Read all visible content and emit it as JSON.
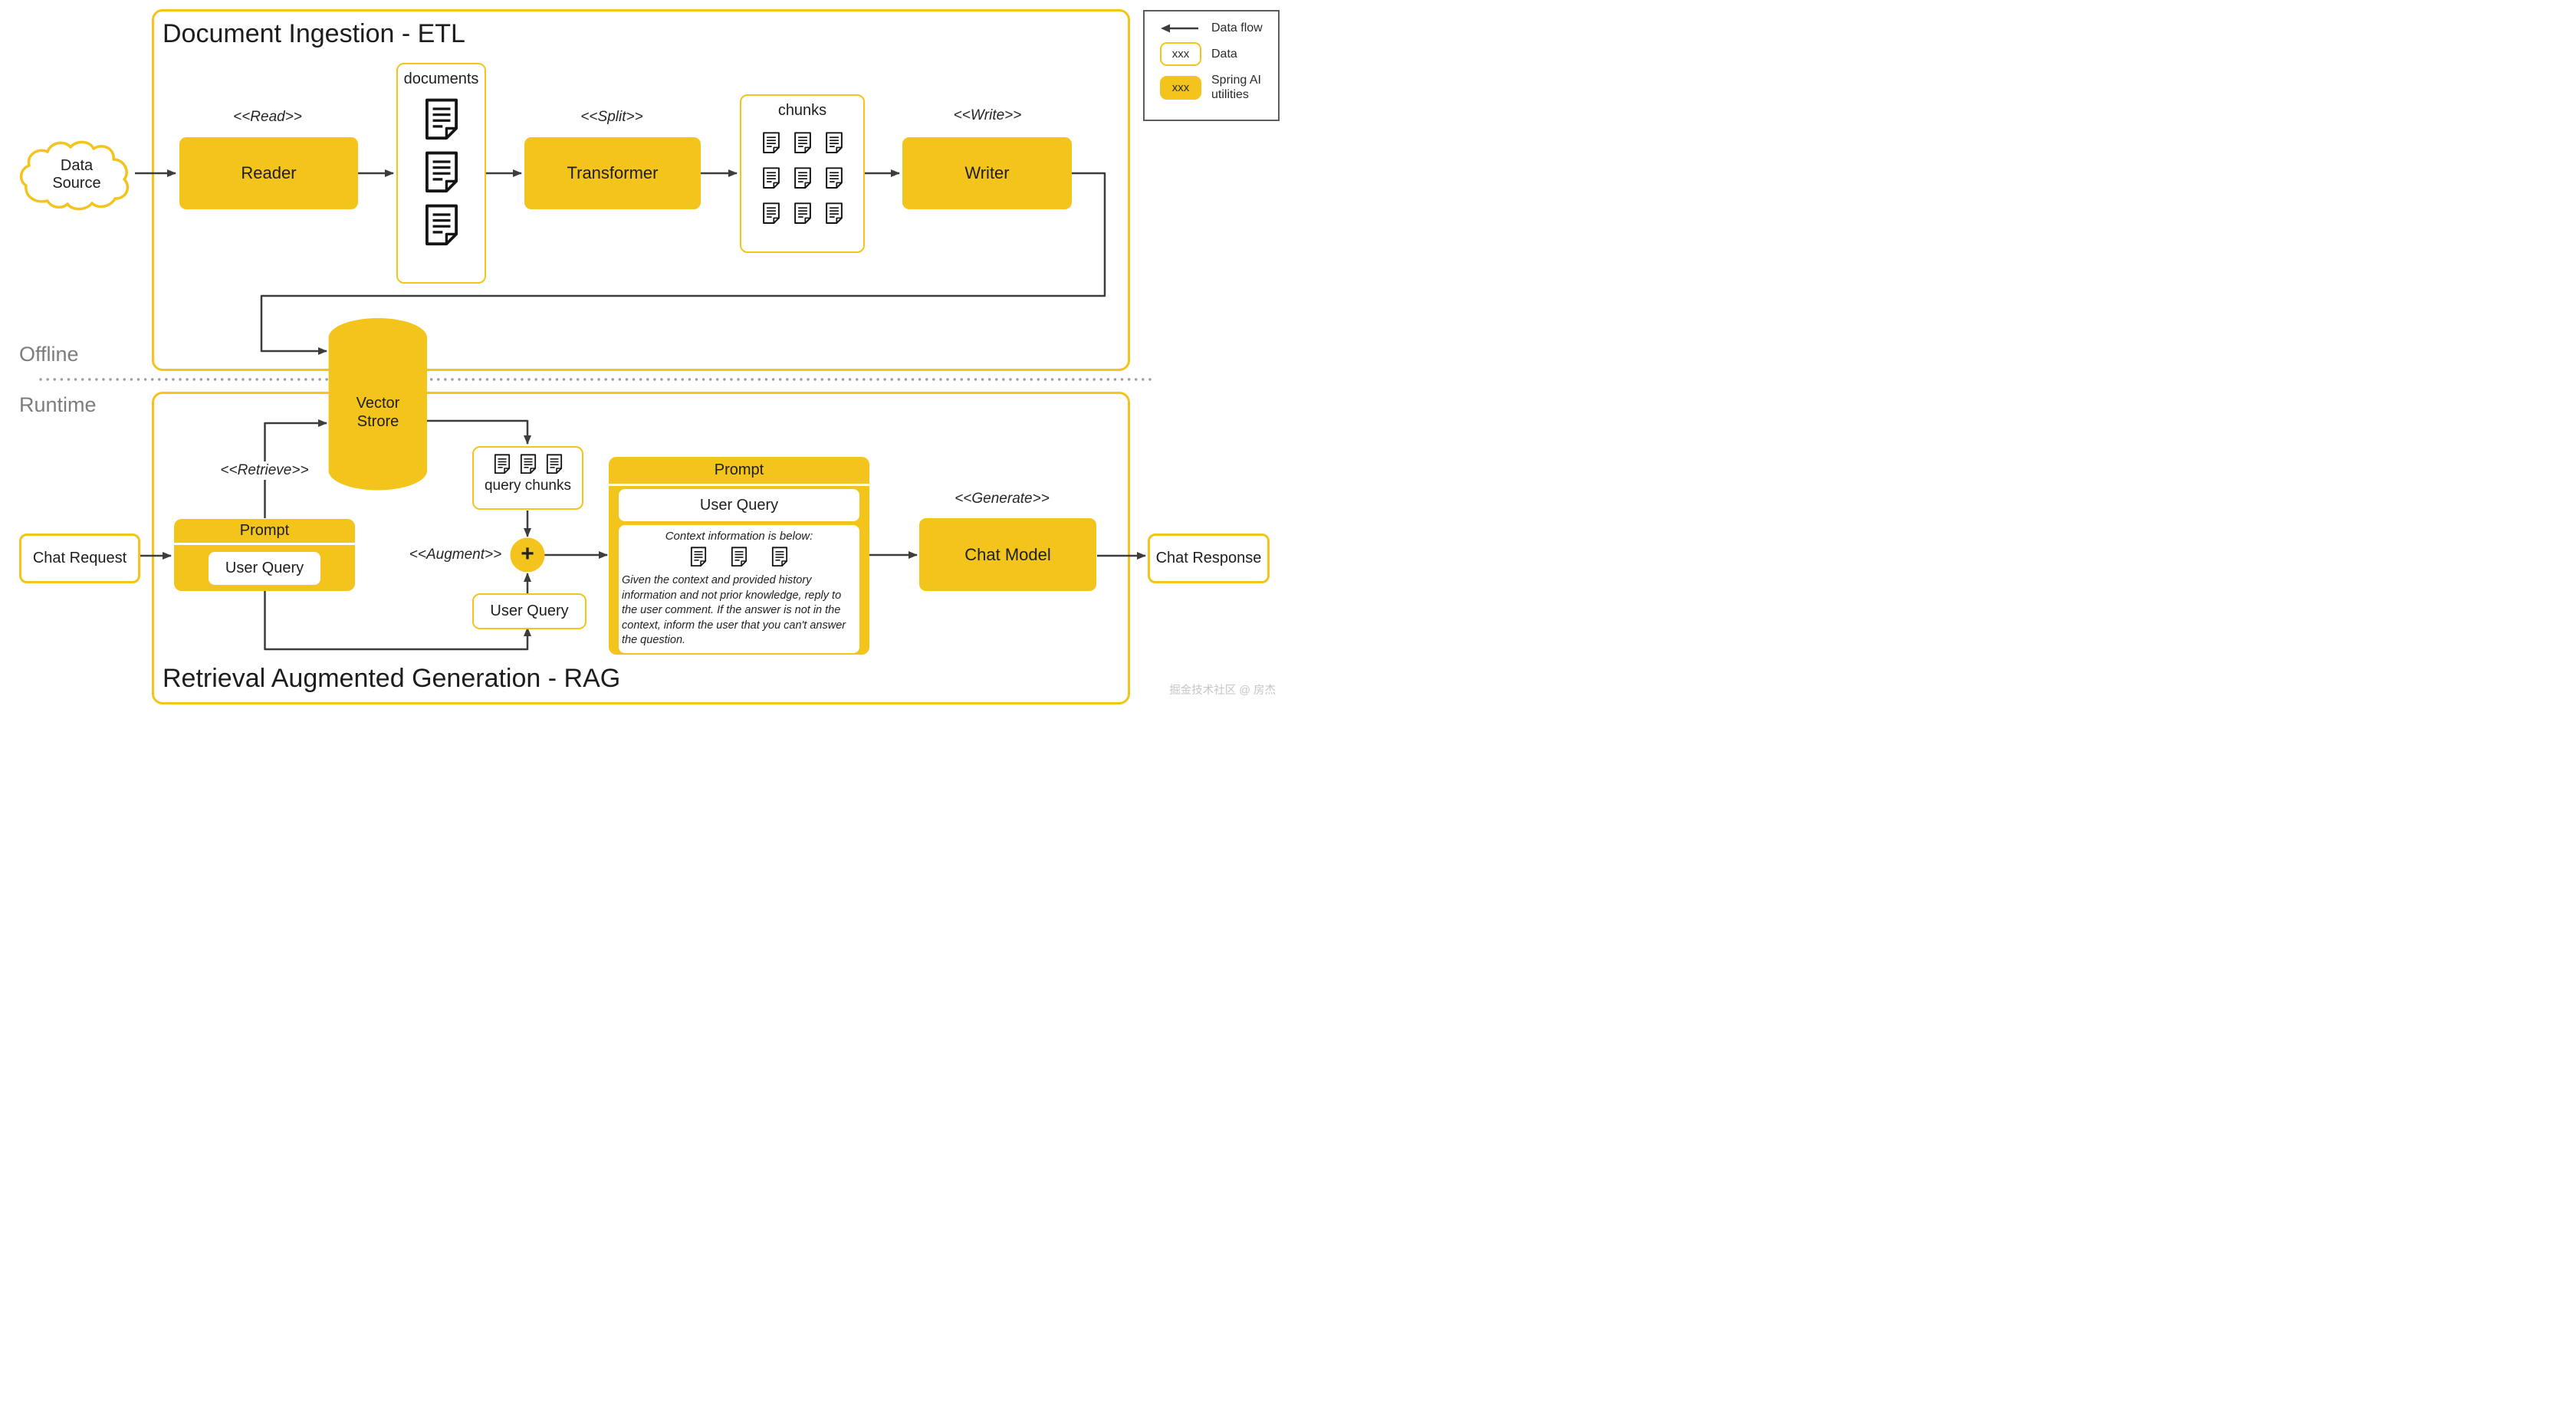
{
  "diagram": {
    "offline_label": "Offline",
    "runtime_label": "Runtime",
    "watermark": "掘金技术社区 @ 房杰"
  },
  "legend": {
    "data_flow": "Data flow",
    "data_sample": "xxx",
    "data_label": "Data",
    "utilities_sample": "xxx",
    "utilities_line1": "Spring AI",
    "utilities_line2": "utilities"
  },
  "etl": {
    "title": "Document Ingestion - ETL",
    "data_source": {
      "line1": "Data",
      "line2": "Source"
    },
    "read_stereotype": "<<Read>>",
    "reader": "Reader",
    "documents_label": "documents",
    "split_stereotype": "<<Split>>",
    "transformer": "Transformer",
    "chunks_label": "chunks",
    "write_stereotype": "<<Write>>",
    "writer": "Writer"
  },
  "rag": {
    "title": "Retrieval Augmented Generation - RAG",
    "chat_request": "Chat Request",
    "retrieve_stereotype": "<<Retrieve>>",
    "vector_store": {
      "line1": "Vector",
      "line2": "Strore"
    },
    "prompt_left": {
      "title": "Prompt",
      "user_query": "User Query"
    },
    "query_chunks_label": "query chunks",
    "augment_stereotype": "<<Augment>>",
    "plus_sign": "+",
    "user_query_box": "User Query",
    "prompt_main": {
      "title": "Prompt",
      "user_query": "User Query",
      "context_heading": "Context information is below:",
      "instruction": "Given the context and provided history information and not prior knowledge, reply to the user comment. If the answer is not in the context, inform the user that you can't answer the question."
    },
    "generate_stereotype": "<<Generate>>",
    "chat_model": "Chat Model",
    "chat_response": "Chat Response"
  },
  "colors": {
    "accent": "#F3C41B",
    "line": "#3d3d3d",
    "muted": "#7d7d7d"
  }
}
